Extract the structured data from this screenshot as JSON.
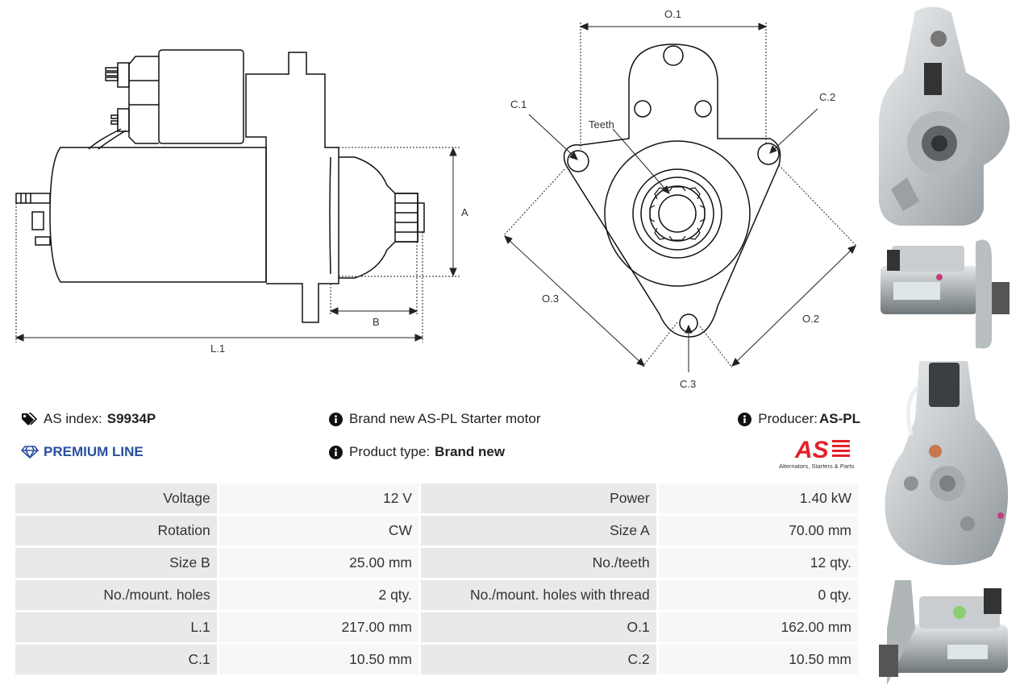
{
  "drawing_labels": {
    "A": "A",
    "B": "B",
    "L1": "L.1",
    "O1": "O.1",
    "O2": "O.2",
    "O3": "O.3",
    "C1": "C.1",
    "C2": "C.2",
    "C3": "C.3",
    "teeth": "Teeth"
  },
  "info": {
    "as_index_label": "AS index:",
    "as_index_value": "S9934P",
    "premium_line": "PREMIUM LINE",
    "description": "Brand new AS-PL Starter motor",
    "product_type_label": "Product type:",
    "product_type_value": "Brand new",
    "producer_label": "Producer:",
    "producer_value": "AS-PL"
  },
  "brand_logo": {
    "letters": "AS",
    "tagline": "Alternators, Starters & Parts",
    "color": "#e3202a"
  },
  "colors": {
    "premium": "#2a50a0",
    "key_bg": "#e9e9e9",
    "value_bg": "#f7f7f7"
  },
  "specs": [
    {
      "k1": "Voltage",
      "v1": "12 V",
      "k2": "Power",
      "v2": "1.40 kW"
    },
    {
      "k1": "Rotation",
      "v1": "CW",
      "k2": "Size A",
      "v2": "70.00 mm"
    },
    {
      "k1": "Size B",
      "v1": "25.00 mm",
      "k2": "No./teeth",
      "v2": "12 qty."
    },
    {
      "k1": "No./mount. holes",
      "v1": "2 qty.",
      "k2": "No./mount. holes with thread",
      "v2": "0 qty."
    },
    {
      "k1": "L.1",
      "v1": "217.00 mm",
      "k2": "O.1",
      "v2": "162.00 mm"
    },
    {
      "k1": "C.1",
      "v1": "10.50 mm",
      "k2": "C.2",
      "v2": "10.50 mm"
    }
  ]
}
